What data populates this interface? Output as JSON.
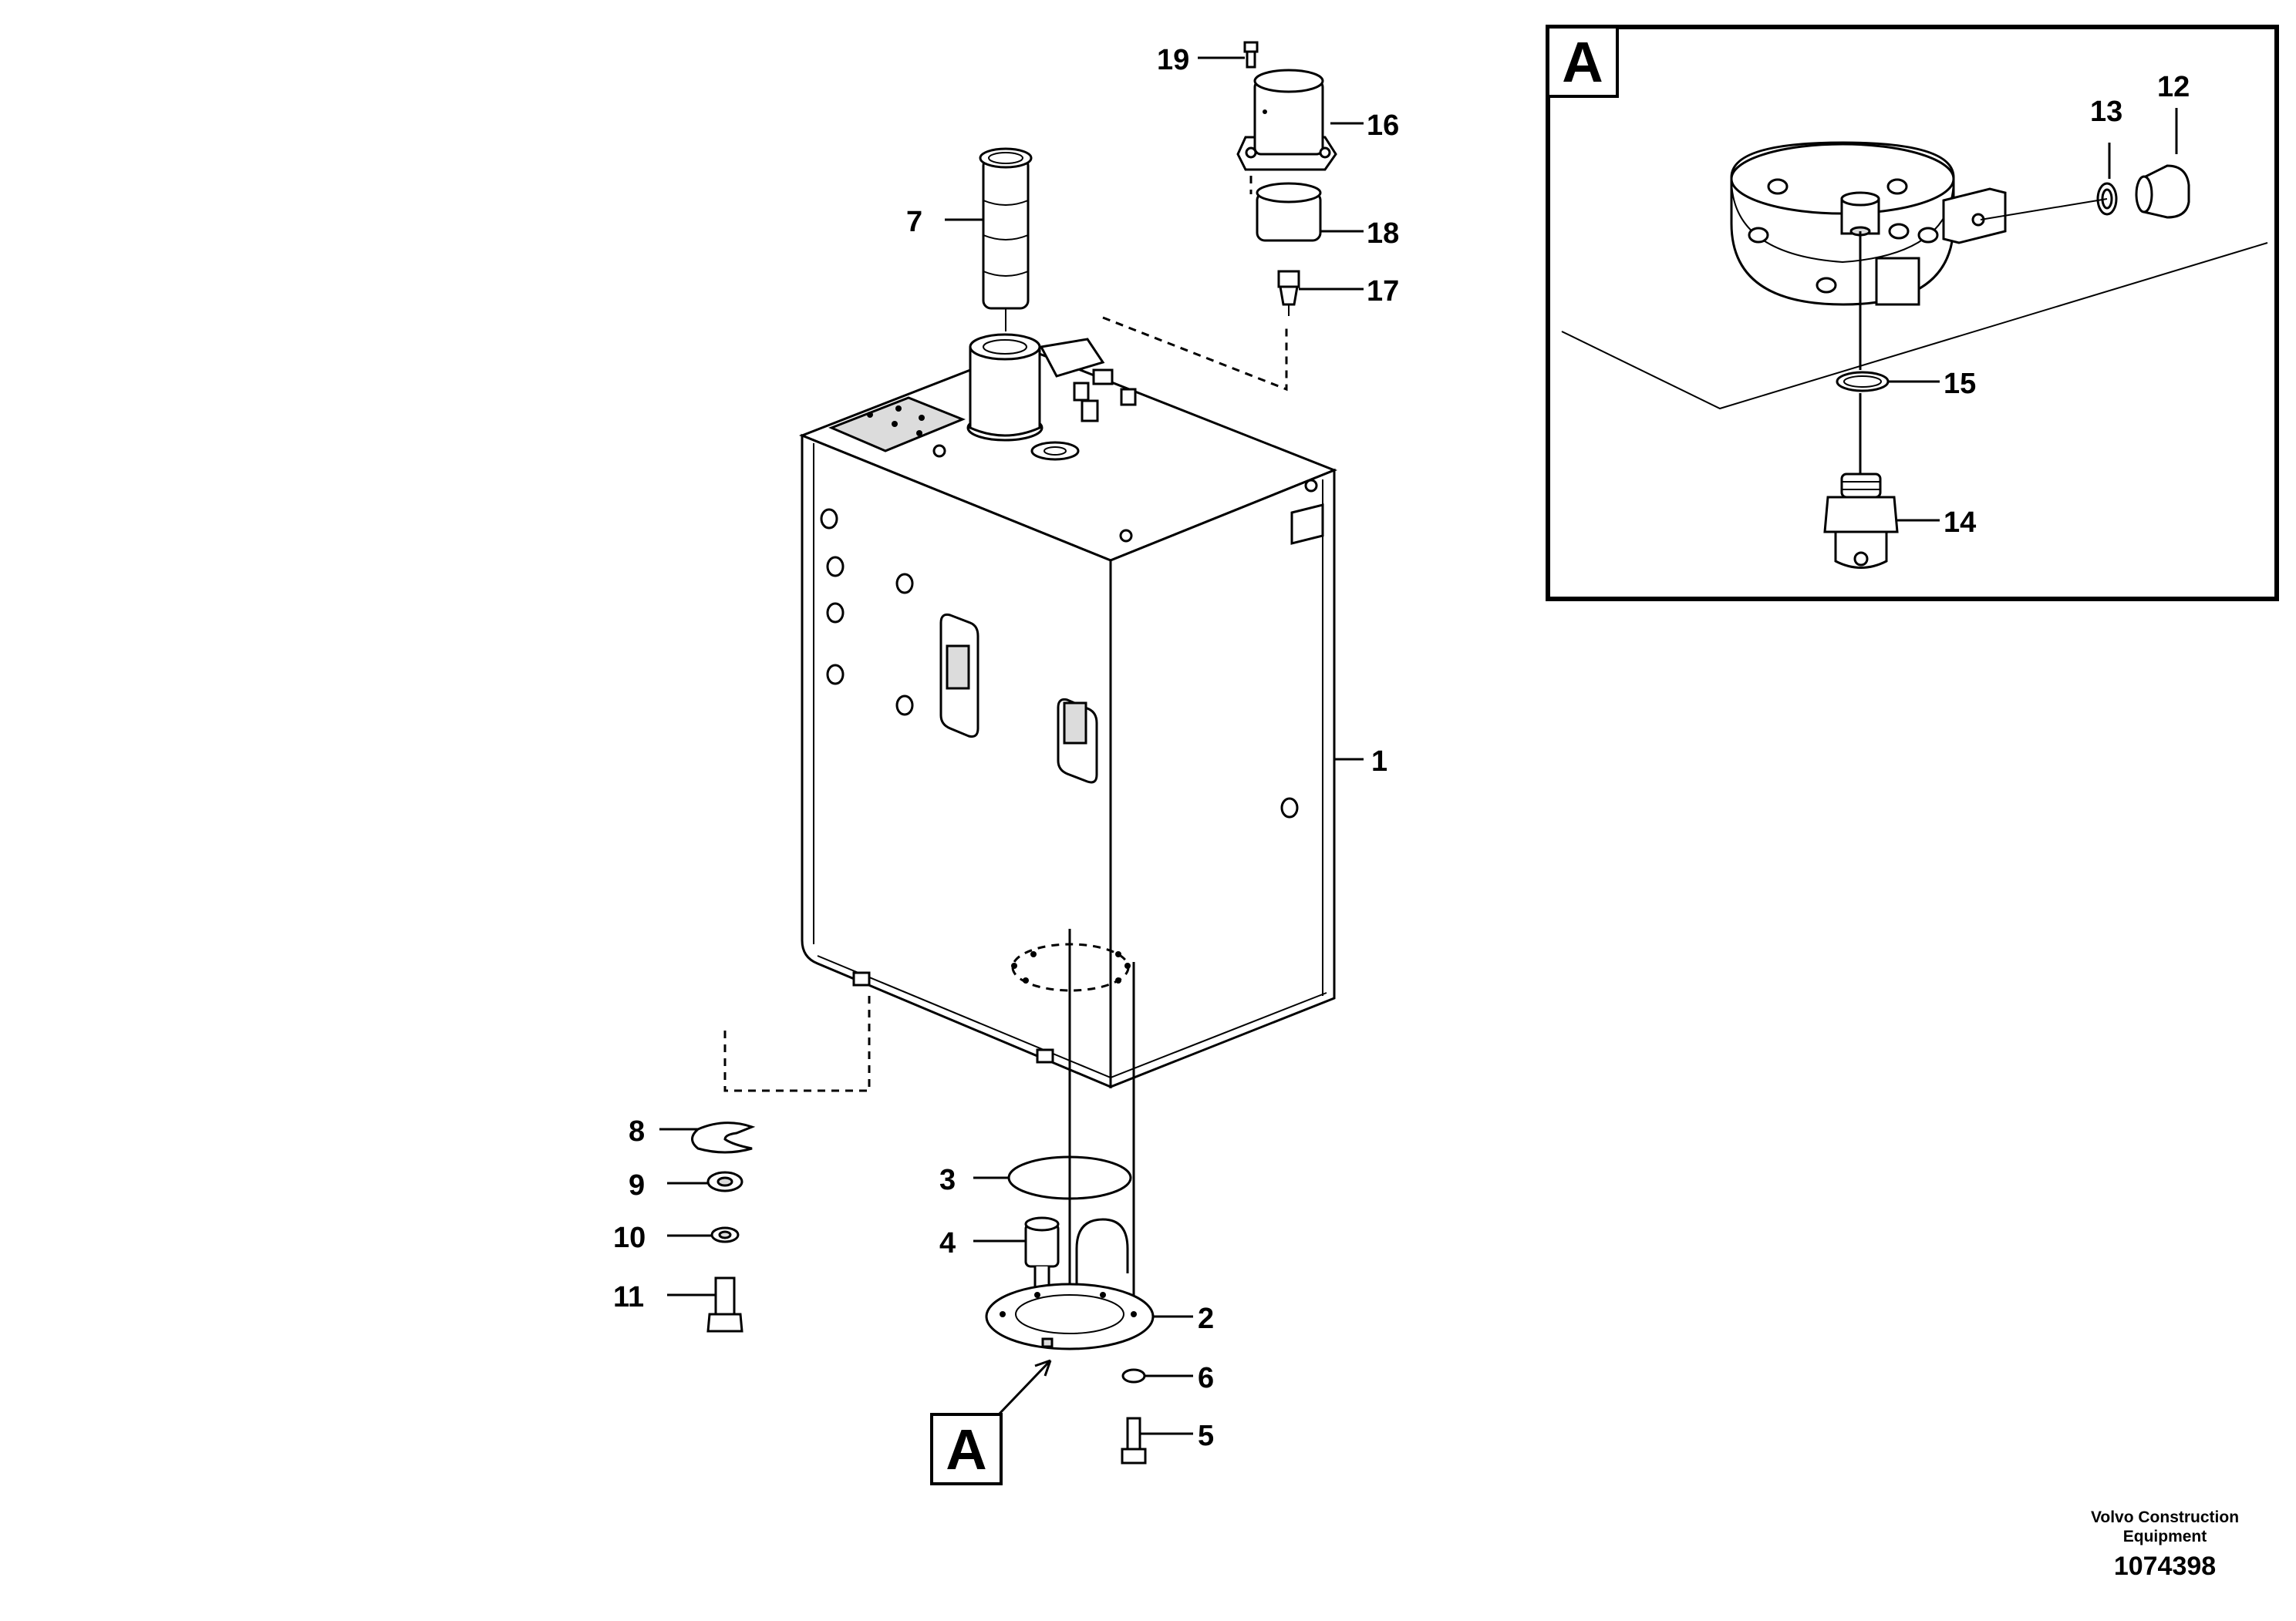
{
  "diagram": {
    "callouts": {
      "c1": "1",
      "c2": "2",
      "c3": "3",
      "c4": "4",
      "c5": "5",
      "c6": "6",
      "c7": "7",
      "c8": "8",
      "c9": "9",
      "c10": "10",
      "c11": "11",
      "c12": "12",
      "c13": "13",
      "c14": "14",
      "c15": "15",
      "c16": "16",
      "c17": "17",
      "c18": "18",
      "c19": "19"
    },
    "detail_view_label": "A",
    "detail_reference_label": "A"
  },
  "footer": {
    "credit_line1": "Volvo Construction",
    "credit_line2": "Equipment",
    "document_number": "1074398"
  }
}
